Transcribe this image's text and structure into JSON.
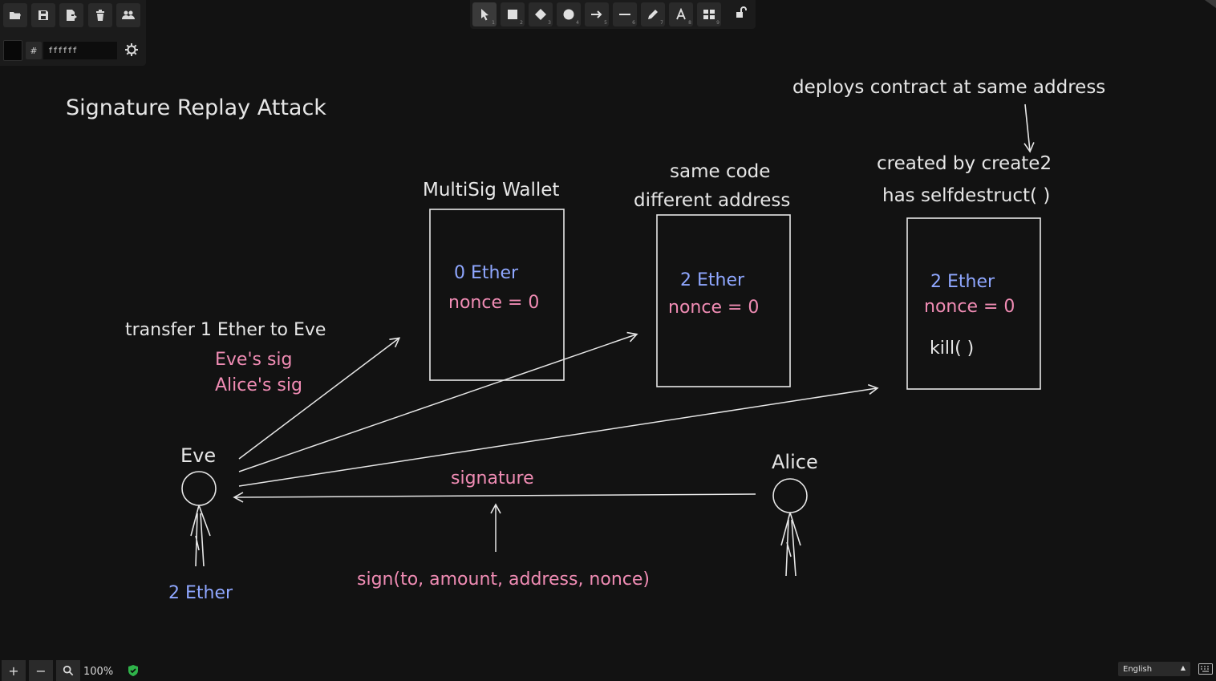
{
  "file_toolbar": {
    "buttons": [
      "open-icon",
      "save-icon",
      "export-icon",
      "delete-icon",
      "collaborate-icon"
    ],
    "color_value": "ffffff",
    "hash_label": "#"
  },
  "tool_toolbar": {
    "tools": [
      {
        "icon": "selection-icon",
        "shortcut": "1"
      },
      {
        "icon": "rectangle-icon",
        "shortcut": "2"
      },
      {
        "icon": "diamond-icon",
        "shortcut": "3"
      },
      {
        "icon": "ellipse-icon",
        "shortcut": "4"
      },
      {
        "icon": "arrow-icon",
        "shortcut": "5"
      },
      {
        "icon": "line-icon",
        "shortcut": "6"
      },
      {
        "icon": "pencil-icon",
        "shortcut": "7"
      },
      {
        "icon": "text-icon",
        "shortcut": "8"
      },
      {
        "icon": "library-icon",
        "shortcut": "9"
      }
    ]
  },
  "diagram": {
    "title": "Signature Replay Attack",
    "box1_header": "MultiSig Wallet",
    "box1_ether": "0 Ether",
    "box1_nonce": "nonce = 0",
    "box2_header_1": "same code",
    "box2_header_2": "different address",
    "box2_ether": "2 Ether",
    "box2_nonce": "nonce = 0",
    "box3_note": "deploys contract at same address",
    "box3_header_1": "created by create2",
    "box3_header_2": "has selfdestruct( )",
    "box3_ether": "2 Ether",
    "box3_nonce": "nonce = 0",
    "box3_kill": "kill( )",
    "transfer_label": "transfer 1 Ether to Eve",
    "sig1": "Eve's sig",
    "sig2": "Alice's sig",
    "eve_label": "Eve",
    "eve_balance": "2 Ether",
    "alice_label": "Alice",
    "signature_label": "signature",
    "sign_call": "sign(to, amount, address, nonce)"
  },
  "colors": {
    "ink": "#e6e6e6",
    "blue": "#8fa7ff",
    "pink": "#f08cb4",
    "background": "#121212"
  },
  "bottom_bar": {
    "zoom": "100%",
    "language": "English"
  }
}
